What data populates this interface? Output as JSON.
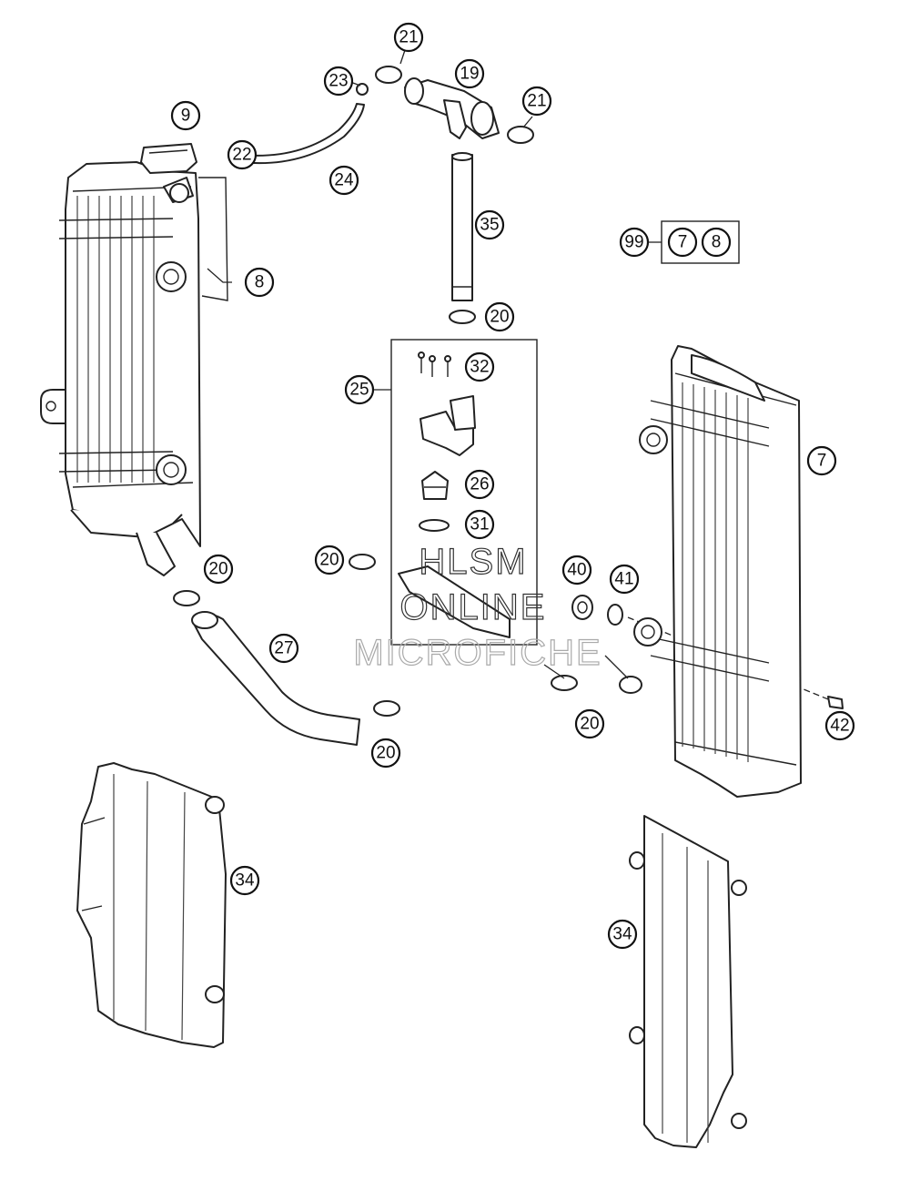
{
  "callouts": {
    "c9": "9",
    "c22": "22",
    "c23": "23",
    "c24": "24",
    "c8": "8",
    "c21a": "21",
    "c19": "19",
    "c21b": "21",
    "c35": "35",
    "c99": "99",
    "c7k": "7",
    "c8k": "8",
    "c20a": "20",
    "c32": "32",
    "c25": "25",
    "c26": "26",
    "c31": "31",
    "c20b": "20",
    "c20c": "20",
    "c27": "27",
    "c20d": "20",
    "c20e": "20",
    "c40": "40",
    "c41": "41",
    "c7": "7",
    "c42": "42",
    "c34a": "34",
    "c34b": "34"
  },
  "watermark": {
    "line1": "HLSM",
    "line2": "ONLINE",
    "line3": "MICROFICHE"
  }
}
